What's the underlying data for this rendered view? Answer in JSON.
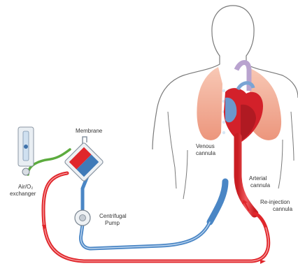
{
  "labels": {
    "membrane": "Membrane",
    "venous_cannula": [
      "Venous",
      "cannula"
    ],
    "arterial_cannula": [
      "Arterial",
      "cannula"
    ],
    "reinjection_cannula": [
      "Re-injection",
      "cannula"
    ],
    "exchanger": [
      "Air/O₂",
      "exchanger"
    ],
    "pump": [
      "Centrifugal",
      "Pump"
    ]
  },
  "colors": {
    "venous_blue": "#4a86c5",
    "venous_blue_light": "#a9c7e6",
    "arterial_red": "#e0262b",
    "gas_green": "#5cab3e",
    "lung_pink": "#f2a48a",
    "heart_red": "#c8202a",
    "body_outline": "#7a7a7a"
  },
  "icons": {
    "flow_arrow": "flow-arrow-icon"
  }
}
